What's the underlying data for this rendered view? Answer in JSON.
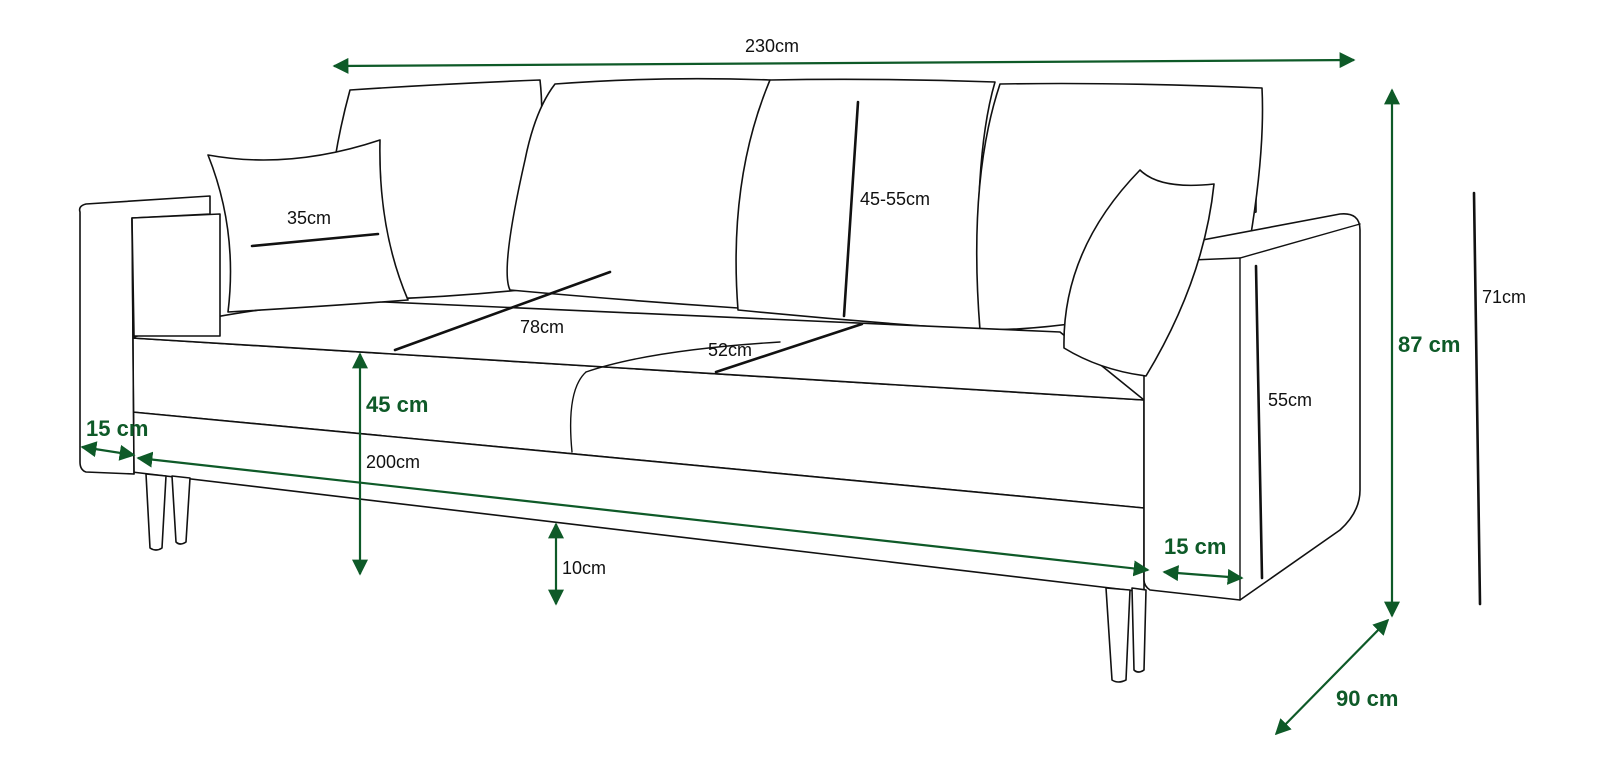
{
  "labels": {
    "overall_width": "230cm",
    "small_pillow": "35cm",
    "back_cushion_height": "45-55cm",
    "seat_depth_a": "78cm",
    "seat_depth_b": "52cm",
    "backrest_height": "71cm",
    "total_height": "87 cm",
    "seat_height": "45 cm",
    "left_arm_width": "15 cm",
    "seat_width": "200cm",
    "arm_height": "55cm",
    "right_arm_width": "15 cm",
    "leg_clearance": "10cm",
    "depth": "90 cm"
  },
  "colors": {
    "dimension_green": "#0e5a28",
    "outline": "#111111"
  }
}
